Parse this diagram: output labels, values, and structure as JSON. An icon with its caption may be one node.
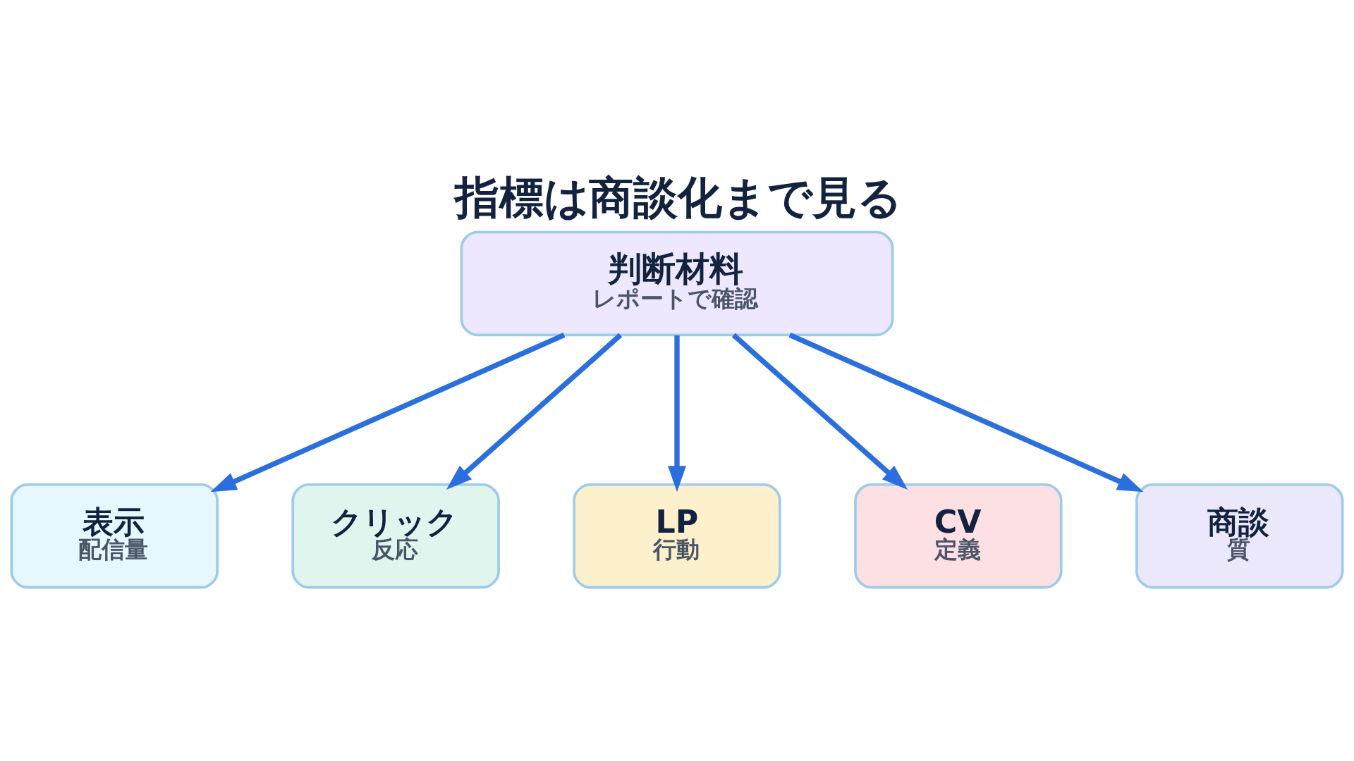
{
  "diagram": {
    "title": "指標は商談化まで見る",
    "nodes": [
      {
        "text": [
          "判断材料",
          "レポートで確認"
        ]
      },
      {
        "text": [
          "表示",
          "配信量"
        ]
      },
      {
        "text": [
          "クリック",
          "反応"
        ]
      },
      {
        "text": [
          "LP",
          "行動"
        ]
      },
      {
        "text": [
          "CV",
          "定義"
        ]
      },
      {
        "text": [
          "商談",
          "質"
        ]
      }
    ],
    "edges": [
      {
        "from": 0,
        "to": 1,
        "arrow": "to"
      },
      {
        "from": 0,
        "to": 2,
        "arrow": "to"
      },
      {
        "from": 0,
        "to": 3,
        "arrow": "to"
      },
      {
        "from": 0,
        "to": 4,
        "arrow": "to"
      },
      {
        "from": 0,
        "to": 5,
        "arrow": "to"
      }
    ]
  }
}
